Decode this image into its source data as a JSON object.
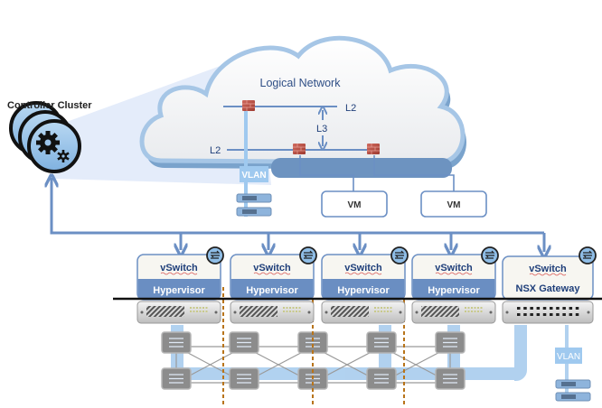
{
  "controller": {
    "title": "Controller Cluster",
    "icon": "gears-icon"
  },
  "logical_network": {
    "title": "Logical Network",
    "top_segment_label": "L2",
    "bottom_segment_label": "L2",
    "routing_label": "L3",
    "vlan_label": "VLAN"
  },
  "vms": [
    {
      "label": "VM"
    },
    {
      "label": "VM"
    }
  ],
  "hosts": [
    {
      "switch_label": "vSwitch",
      "role_label": "Hypervisor",
      "type": "hypervisor"
    },
    {
      "switch_label": "vSwitch",
      "role_label": "Hypervisor",
      "type": "hypervisor"
    },
    {
      "switch_label": "vSwitch",
      "role_label": "Hypervisor",
      "type": "hypervisor"
    },
    {
      "switch_label": "vSwitch",
      "role_label": "Hypervisor",
      "type": "hypervisor"
    },
    {
      "switch_label": "vSwitch",
      "role_label": "NSX Gateway",
      "type": "gateway"
    }
  ],
  "gateway_vlan": {
    "label": "VLAN"
  },
  "colors": {
    "accent_blue": "#6b8fc4",
    "hypervisor_band": "#6a8ec2",
    "cloud_border": "#6d9bc8",
    "transport_blue": "#a9cdee",
    "firewall_red": "#c0504d",
    "divider_orange": "#b8741a",
    "label_text": "#1f3f7a"
  }
}
